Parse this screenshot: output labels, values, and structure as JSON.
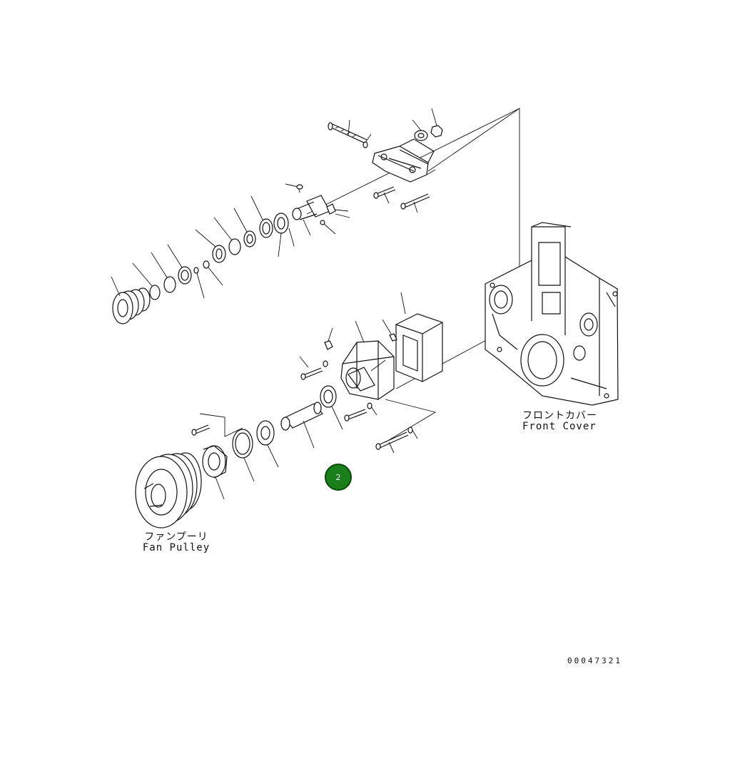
{
  "labels": {
    "front_cover_jp": "フロントカバー",
    "front_cover_en": "Front Cover",
    "fan_pulley_jp": "ファンプーリ",
    "fan_pulley_en": "Fan Pulley"
  },
  "marker": {
    "label": "2",
    "color": "#1a7f1a"
  },
  "document_number": "00047321"
}
